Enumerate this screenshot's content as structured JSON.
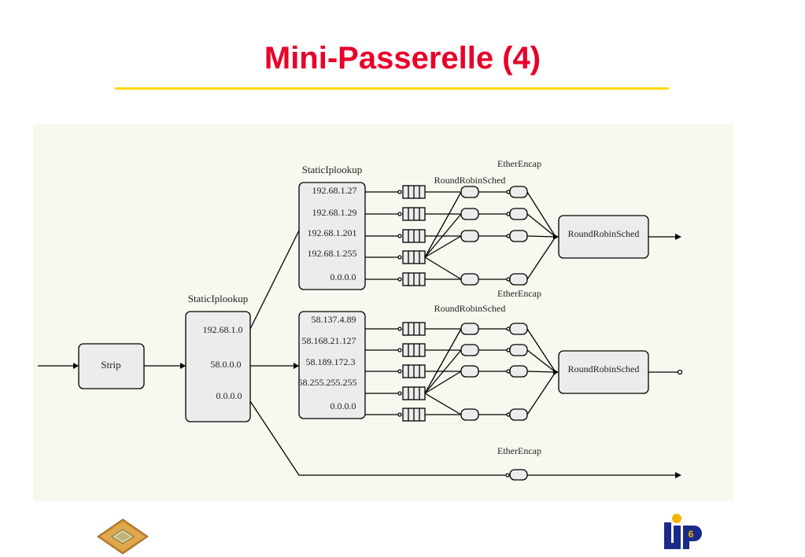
{
  "slide": {
    "title": "Mini-Passerelle (4)",
    "title_color": "#e8002a",
    "rule_color": "#ffd700",
    "panel_color": "#f8f8f0"
  },
  "diagram": {
    "strip": {
      "label": "Strip"
    },
    "main_lookup": {
      "caption": "StaticIplookup",
      "entries": [
        "192.68.1.0",
        "58.0.0.0",
        "0.0.0.0"
      ]
    },
    "upper_lookup": {
      "caption": "StaticIplookup",
      "entries": [
        "192.68.1.27",
        "192.68.1.29",
        "192.68.1.201",
        "192.68.1.255",
        "0.0.0.0"
      ]
    },
    "lower_lookup": {
      "entries": [
        "58.137.4.89",
        "58.168.21.127",
        "58.189.172.3",
        "58.255.255.255",
        "0.0.0.0"
      ]
    },
    "labels": {
      "upper_sched": "RoundRobinSched",
      "upper_encap_top": "EtherEncap",
      "upper_encap_bottom": "EtherEncap",
      "lower_sched": "RoundRobinSched",
      "direct_encap": "EtherEncap"
    },
    "upper_out_sched": {
      "label": "RoundRobinSched"
    },
    "lower_out_sched": {
      "label": "RoundRobinSched"
    }
  },
  "logos": {
    "lip": {
      "text": "LIP",
      "number": "6",
      "color": "#1a2a8a",
      "dot_color": "#f4b400"
    }
  }
}
